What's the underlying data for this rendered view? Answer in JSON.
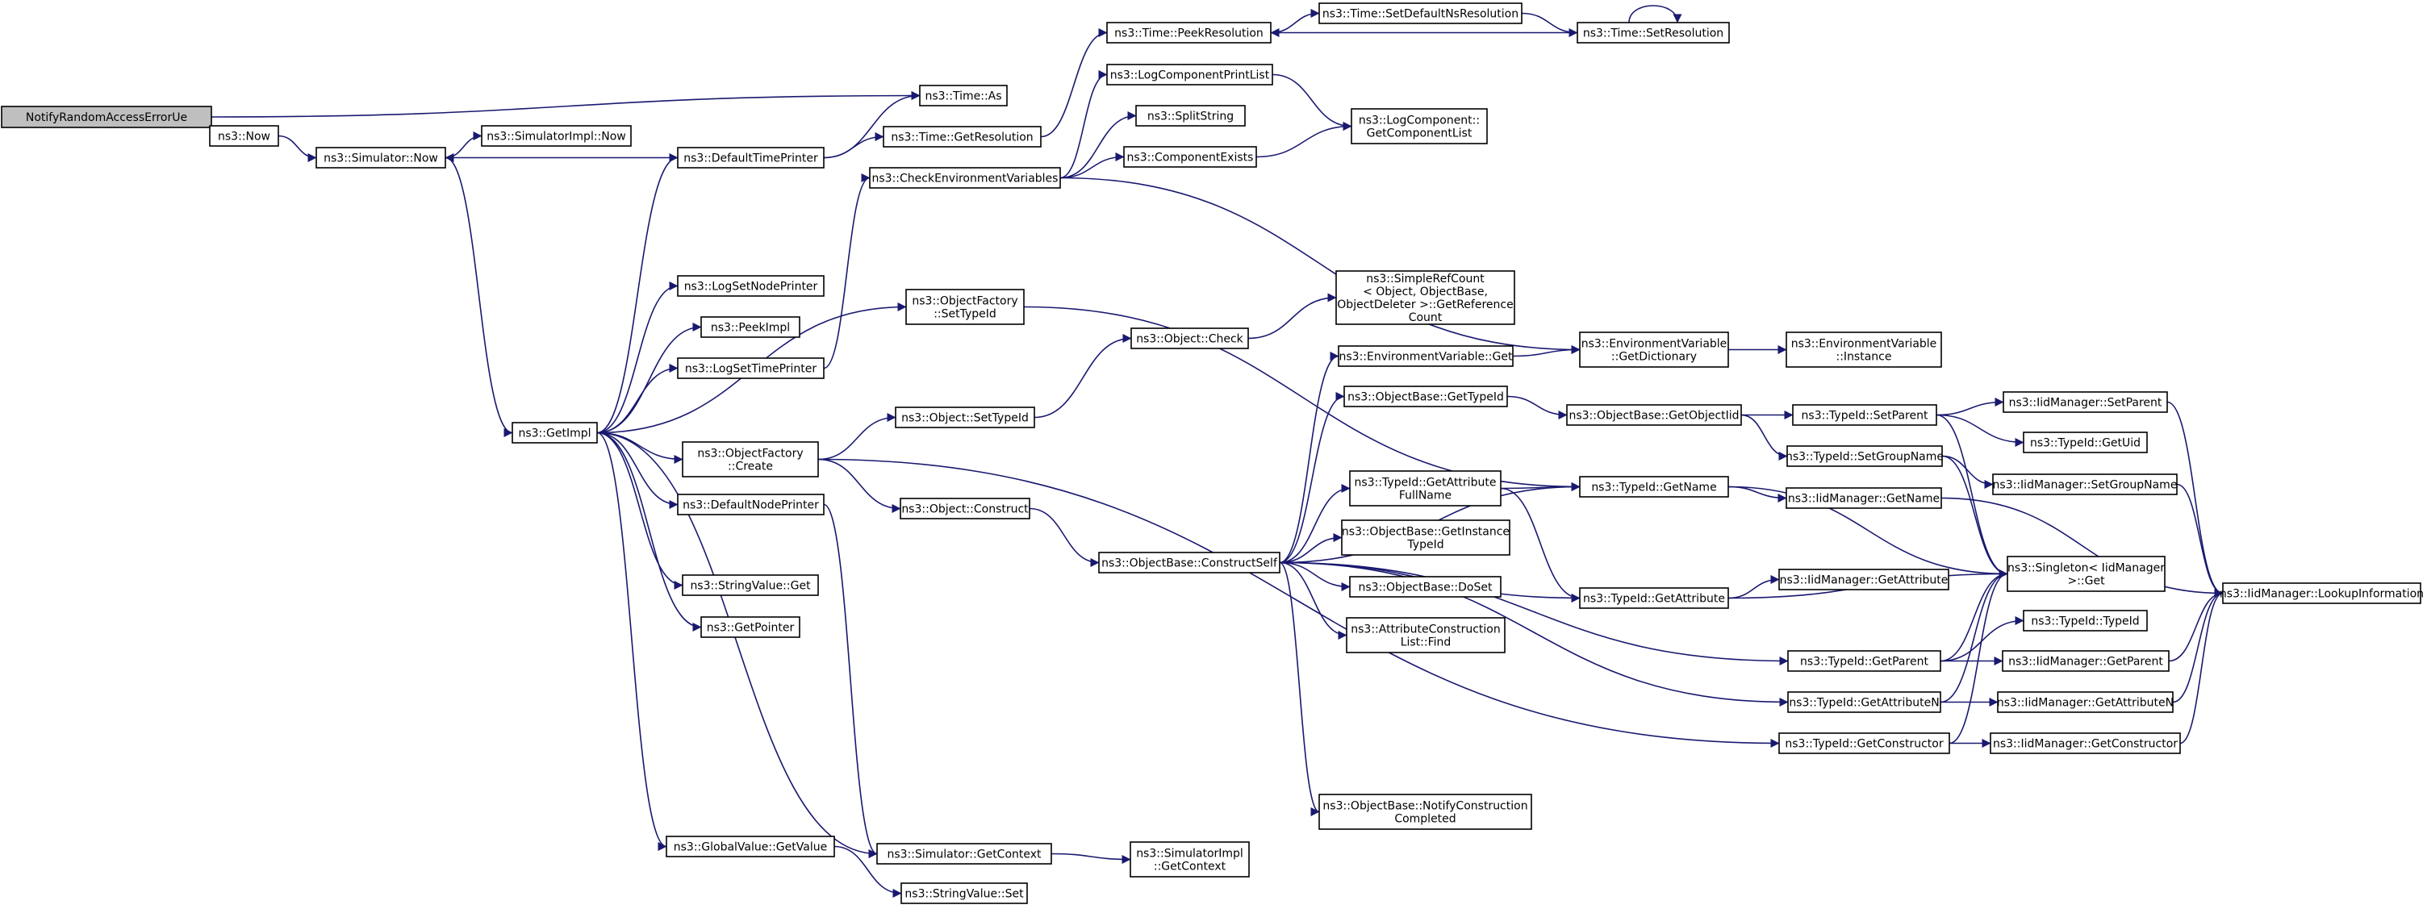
{
  "graph": {
    "edge_color": "#191970",
    "root_fill": "#bfbfbf",
    "nodes": [
      {
        "id": "root",
        "lines": [
          "NotifyRandomAccessErrorUe"
        ],
        "root": true
      },
      {
        "id": "now",
        "lines": [
          "ns3::Now"
        ]
      },
      {
        "id": "simnow",
        "lines": [
          "ns3::Simulator::Now"
        ]
      },
      {
        "id": "simimplnow",
        "lines": [
          "ns3::SimulatorImpl::Now"
        ]
      },
      {
        "id": "defaulttimeprinter",
        "lines": [
          "ns3::DefaultTimePrinter"
        ]
      },
      {
        "id": "timeas",
        "lines": [
          "ns3::Time::As"
        ]
      },
      {
        "id": "timegetres",
        "lines": [
          "ns3::Time::GetResolution"
        ]
      },
      {
        "id": "peekres",
        "lines": [
          "ns3::Time::PeekResolution"
        ]
      },
      {
        "id": "setdefaultns",
        "lines": [
          "ns3::Time::SetDefaultNsResolution"
        ]
      },
      {
        "id": "setres",
        "lines": [
          "ns3::Time::SetResolution"
        ]
      },
      {
        "id": "logcomplist",
        "lines": [
          "ns3::LogComponentPrintList"
        ]
      },
      {
        "id": "splitstring",
        "lines": [
          "ns3::SplitString"
        ]
      },
      {
        "id": "compexists",
        "lines": [
          "ns3::ComponentExists"
        ]
      },
      {
        "id": "getcomplist",
        "lines": [
          "ns3::LogComponent::",
          "GetComponentList"
        ]
      },
      {
        "id": "checkenv",
        "lines": [
          "ns3::CheckEnvironmentVariables"
        ]
      },
      {
        "id": "getimpl",
        "lines": [
          "ns3::GetImpl"
        ]
      },
      {
        "id": "lognodeprinter",
        "lines": [
          "ns3::LogSetNodePrinter"
        ]
      },
      {
        "id": "peekimpl",
        "lines": [
          "ns3::PeekImpl"
        ]
      },
      {
        "id": "logsettimeprinter",
        "lines": [
          "ns3::LogSetTimePrinter"
        ]
      },
      {
        "id": "ofsettypeid",
        "lines": [
          "ns3::ObjectFactory",
          "::SetTypeId"
        ]
      },
      {
        "id": "ofcreate",
        "lines": [
          "ns3::ObjectFactory",
          "::Create"
        ]
      },
      {
        "id": "defaultnodeprinter",
        "lines": [
          "ns3::DefaultNodePrinter"
        ]
      },
      {
        "id": "stringvalueget",
        "lines": [
          "ns3::StringValue::Get"
        ]
      },
      {
        "id": "getpointer",
        "lines": [
          "ns3::GetPointer"
        ]
      },
      {
        "id": "globalvalueget",
        "lines": [
          "ns3::GlobalValue::GetValue"
        ]
      },
      {
        "id": "simgetcontext",
        "lines": [
          "ns3::Simulator::GetContext"
        ]
      },
      {
        "id": "stringvalueset",
        "lines": [
          "ns3::StringValue::Set"
        ]
      },
      {
        "id": "simimplgetcontext",
        "lines": [
          "ns3::SimulatorImpl",
          "::GetContext"
        ]
      },
      {
        "id": "objsettypeid",
        "lines": [
          "ns3::Object::SetTypeId"
        ]
      },
      {
        "id": "objcheck",
        "lines": [
          "ns3::Object::Check"
        ]
      },
      {
        "id": "objconstruct",
        "lines": [
          "ns3::Object::Construct"
        ]
      },
      {
        "id": "constructself",
        "lines": [
          "ns3::ObjectBase::ConstructSelf"
        ]
      },
      {
        "id": "simplerefcount",
        "lines": [
          "ns3::SimpleRefCount",
          "< Object, ObjectBase,",
          "ObjectDeleter >::GetReference",
          "Count"
        ]
      },
      {
        "id": "envget",
        "lines": [
          "ns3::EnvironmentVariable::Get"
        ]
      },
      {
        "id": "envgetdict",
        "lines": [
          "ns3::EnvironmentVariable",
          "::GetDictionary"
        ]
      },
      {
        "id": "envinstance",
        "lines": [
          "ns3::EnvironmentVariable",
          "::Instance"
        ]
      },
      {
        "id": "obgettypeid",
        "lines": [
          "ns3::ObjectBase::GetTypeId"
        ]
      },
      {
        "id": "obgetobjectiid",
        "lines": [
          "ns3::ObjectBase::GetObjectIid"
        ]
      },
      {
        "id": "tidsetparent",
        "lines": [
          "ns3::TypeId::SetParent"
        ]
      },
      {
        "id": "iidsetparent",
        "lines": [
          "ns3::IidManager::SetParent"
        ]
      },
      {
        "id": "tidgetuid",
        "lines": [
          "ns3::TypeId::GetUid"
        ]
      },
      {
        "id": "tidsetgroupname",
        "lines": [
          "ns3::TypeId::SetGroupName"
        ]
      },
      {
        "id": "iidsetgroupname",
        "lines": [
          "ns3::IidManager::SetGroupName"
        ]
      },
      {
        "id": "tidgetattrfullname",
        "lines": [
          "ns3::TypeId::GetAttribute",
          "FullName"
        ]
      },
      {
        "id": "tidgetname",
        "lines": [
          "ns3::TypeId::GetName"
        ]
      },
      {
        "id": "iidgetname",
        "lines": [
          "ns3::IidManager::GetName"
        ]
      },
      {
        "id": "obgetinstancetypeid",
        "lines": [
          "ns3::ObjectBase::GetInstance",
          "TypeId"
        ]
      },
      {
        "id": "singletonget",
        "lines": [
          "ns3::Singleton< IidManager",
          ">::Get"
        ]
      },
      {
        "id": "obdoset",
        "lines": [
          "ns3::ObjectBase::DoSet"
        ]
      },
      {
        "id": "tidgetattr",
        "lines": [
          "ns3::TypeId::GetAttribute"
        ]
      },
      {
        "id": "iidgetattr",
        "lines": [
          "ns3::IidManager::GetAttribute"
        ]
      },
      {
        "id": "iidlookup",
        "lines": [
          "ns3::IidManager::LookupInformation"
        ]
      },
      {
        "id": "attrconstfind",
        "lines": [
          "ns3::AttributeConstruction",
          "List::Find"
        ]
      },
      {
        "id": "tidtypeid",
        "lines": [
          "ns3::TypeId::TypeId"
        ]
      },
      {
        "id": "tidgetparent",
        "lines": [
          "ns3::TypeId::GetParent"
        ]
      },
      {
        "id": "iidgetparent",
        "lines": [
          "ns3::IidManager::GetParent"
        ]
      },
      {
        "id": "tidgetattrn",
        "lines": [
          "ns3::TypeId::GetAttributeN"
        ]
      },
      {
        "id": "iidgetattrn",
        "lines": [
          "ns3::IidManager::GetAttributeN"
        ]
      },
      {
        "id": "tidgetconstructor",
        "lines": [
          "ns3::TypeId::GetConstructor"
        ]
      },
      {
        "id": "iidgetconstructor",
        "lines": [
          "ns3::IidManager::GetConstructor"
        ]
      },
      {
        "id": "obnotifyconst",
        "lines": [
          "ns3::ObjectBase::NotifyConstruction",
          "Completed"
        ]
      }
    ],
    "edges": [
      {
        "from": "root",
        "to": "now"
      },
      {
        "from": "root",
        "to": "timeas"
      },
      {
        "from": "now",
        "to": "simnow"
      },
      {
        "from": "simnow",
        "to": "simimplnow"
      },
      {
        "from": "simnow",
        "to": "getimpl"
      },
      {
        "from": "defaulttimeprinter",
        "to": "simnow"
      },
      {
        "from": "defaulttimeprinter",
        "to": "timeas"
      },
      {
        "from": "defaulttimeprinter",
        "to": "timegetres"
      },
      {
        "from": "timegetres",
        "to": "peekres"
      },
      {
        "from": "peekres",
        "to": "setdefaultns"
      },
      {
        "from": "setdefaultns",
        "to": "setres"
      },
      {
        "from": "setres",
        "to": "peekres"
      },
      {
        "from": "setres",
        "to": "setres"
      },
      {
        "from": "checkenv",
        "to": "logcomplist"
      },
      {
        "from": "checkenv",
        "to": "splitstring"
      },
      {
        "from": "checkenv",
        "to": "compexists"
      },
      {
        "from": "checkenv",
        "to": "envgetdict"
      },
      {
        "from": "logcomplist",
        "to": "getcomplist"
      },
      {
        "from": "compexists",
        "to": "getcomplist"
      },
      {
        "from": "getimpl",
        "to": "defaulttimeprinter"
      },
      {
        "from": "getimpl",
        "to": "lognodeprinter"
      },
      {
        "from": "getimpl",
        "to": "peekimpl"
      },
      {
        "from": "getimpl",
        "to": "logsettimeprinter"
      },
      {
        "from": "getimpl",
        "to": "ofsettypeid"
      },
      {
        "from": "getimpl",
        "to": "ofcreate"
      },
      {
        "from": "getimpl",
        "to": "defaultnodeprinter"
      },
      {
        "from": "getimpl",
        "to": "stringvalueget"
      },
      {
        "from": "getimpl",
        "to": "getpointer"
      },
      {
        "from": "getimpl",
        "to": "globalvalueget"
      },
      {
        "from": "getimpl",
        "to": "simgetcontext"
      },
      {
        "from": "logsettimeprinter",
        "to": "checkenv"
      },
      {
        "from": "ofsettypeid",
        "to": "tidgetname"
      },
      {
        "from": "ofcreate",
        "to": "objsettypeid"
      },
      {
        "from": "ofcreate",
        "to": "objconstruct"
      },
      {
        "from": "ofcreate",
        "to": "tidgetconstructor"
      },
      {
        "from": "defaultnodeprinter",
        "to": "simgetcontext"
      },
      {
        "from": "globalvalueget",
        "to": "stringvalueset"
      },
      {
        "from": "simgetcontext",
        "to": "simimplgetcontext"
      },
      {
        "from": "objsettypeid",
        "to": "objcheck"
      },
      {
        "from": "objcheck",
        "to": "simplerefcount"
      },
      {
        "from": "objconstruct",
        "to": "constructself"
      },
      {
        "from": "constructself",
        "to": "envget"
      },
      {
        "from": "constructself",
        "to": "obgettypeid"
      },
      {
        "from": "constructself",
        "to": "tidgetattrfullname"
      },
      {
        "from": "constructself",
        "to": "tidgetname"
      },
      {
        "from": "constructself",
        "to": "obgetinstancetypeid"
      },
      {
        "from": "constructself",
        "to": "obdoset"
      },
      {
        "from": "constructself",
        "to": "attrconstfind"
      },
      {
        "from": "constructself",
        "to": "tidgetattr"
      },
      {
        "from": "constructself",
        "to": "tidgetparent"
      },
      {
        "from": "constructself",
        "to": "tidgetattrn"
      },
      {
        "from": "constructself",
        "to": "obnotifyconst"
      },
      {
        "from": "envget",
        "to": "envgetdict"
      },
      {
        "from": "envgetdict",
        "to": "envinstance"
      },
      {
        "from": "obgettypeid",
        "to": "obgetobjectiid"
      },
      {
        "from": "obgetobjectiid",
        "to": "tidsetparent"
      },
      {
        "from": "obgetobjectiid",
        "to": "tidsetgroupname"
      },
      {
        "from": "tidsetparent",
        "to": "iidsetparent"
      },
      {
        "from": "tidsetparent",
        "to": "tidgetuid"
      },
      {
        "from": "tidsetparent",
        "to": "singletonget"
      },
      {
        "from": "tidsetgroupname",
        "to": "iidsetgroupname"
      },
      {
        "from": "tidsetgroupname",
        "to": "singletonget"
      },
      {
        "from": "tidgetattrfullname",
        "to": "tidgetname"
      },
      {
        "from": "tidgetattrfullname",
        "to": "tidgetattr"
      },
      {
        "from": "tidgetname",
        "to": "iidgetname"
      },
      {
        "from": "tidgetname",
        "to": "singletonget"
      },
      {
        "from": "tidgetattr",
        "to": "iidgetattr"
      },
      {
        "from": "tidgetattr",
        "to": "singletonget"
      },
      {
        "from": "tidgetparent",
        "to": "tidtypeid"
      },
      {
        "from": "tidgetparent",
        "to": "iidgetparent"
      },
      {
        "from": "tidgetparent",
        "to": "singletonget"
      },
      {
        "from": "tidgetattrn",
        "to": "iidgetattrn"
      },
      {
        "from": "tidgetattrn",
        "to": "singletonget"
      },
      {
        "from": "tidgetconstructor",
        "to": "iidgetconstructor"
      },
      {
        "from": "tidgetconstructor",
        "to": "singletonget"
      },
      {
        "from": "iidsetparent",
        "to": "iidlookup"
      },
      {
        "from": "iidsetgroupname",
        "to": "iidlookup"
      },
      {
        "from": "iidgetname",
        "to": "iidlookup"
      },
      {
        "from": "iidgetparent",
        "to": "iidlookup"
      },
      {
        "from": "iidgetattrn",
        "to": "iidlookup"
      },
      {
        "from": "iidgetconstructor",
        "to": "iidlookup"
      }
    ]
  }
}
